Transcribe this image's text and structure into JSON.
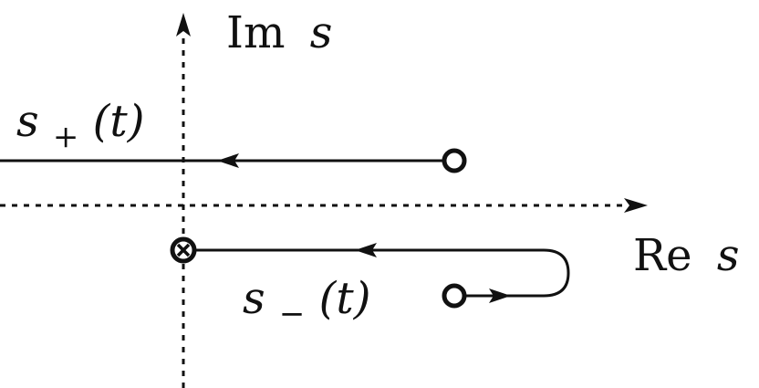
{
  "axes": {
    "imag_label_prefix": "Im",
    "imag_label_var": "s",
    "real_label_prefix": "Re",
    "real_label_var": "s"
  },
  "paths": {
    "upper": {
      "symbol": "s",
      "subscript": "+",
      "arg": "(t)"
    },
    "lower": {
      "symbol": "s",
      "subscript": "−",
      "arg": "(t)"
    }
  },
  "colors": {
    "ink": "#111111",
    "background": "#ffffff"
  },
  "icons": {
    "start_marker": "open-circle",
    "end_marker": "circled-cross",
    "direction": "arrowhead"
  }
}
